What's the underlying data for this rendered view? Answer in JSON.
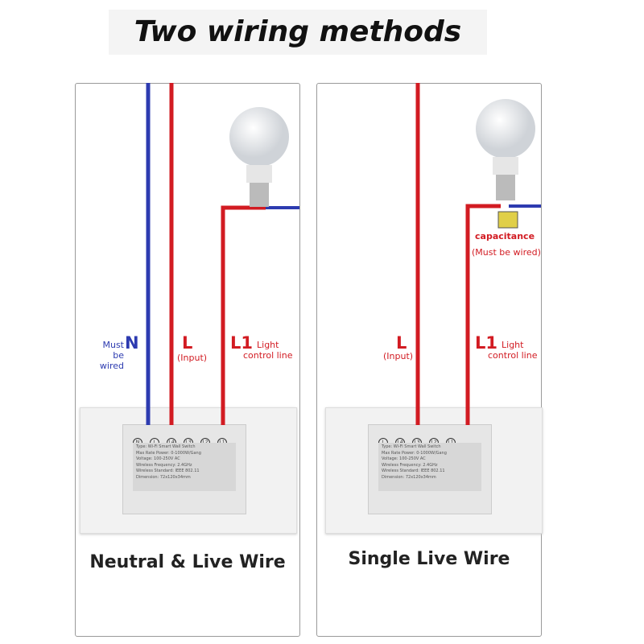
{
  "title": "Two wiring methods",
  "left": {
    "caption": "Neutral & Live Wire",
    "n": "N",
    "n_note1": "Must",
    "n_note2": "be wired",
    "l": "L",
    "l_note": "(Input)",
    "l1": "L1",
    "l1_note1": "Light",
    "l1_note2": "control line"
  },
  "right": {
    "caption": "Single Live Wire",
    "l": "L",
    "l_note": "(Input)",
    "l1": "L1",
    "l1_note1": "Light",
    "l1_note2": "control line",
    "cap": "capacitance",
    "cap_note": "(Must be wired)"
  },
  "module": {
    "terminals": [
      "N",
      "L",
      "L4",
      "L3",
      "L2",
      "L1"
    ],
    "specs": [
      "Type: Wi-Fi Smart Wall Switch",
      "Max Rate Power: 0-1000W/Gang",
      "Voltage: 100-250V AC",
      "Wireless Frequency: 2.4GHz",
      "Wireless Standard: IEEE 802.11",
      "Dimension: 72x120x34mm"
    ]
  },
  "colors": {
    "red": "#d21b22",
    "blue": "#2d3bb0"
  }
}
